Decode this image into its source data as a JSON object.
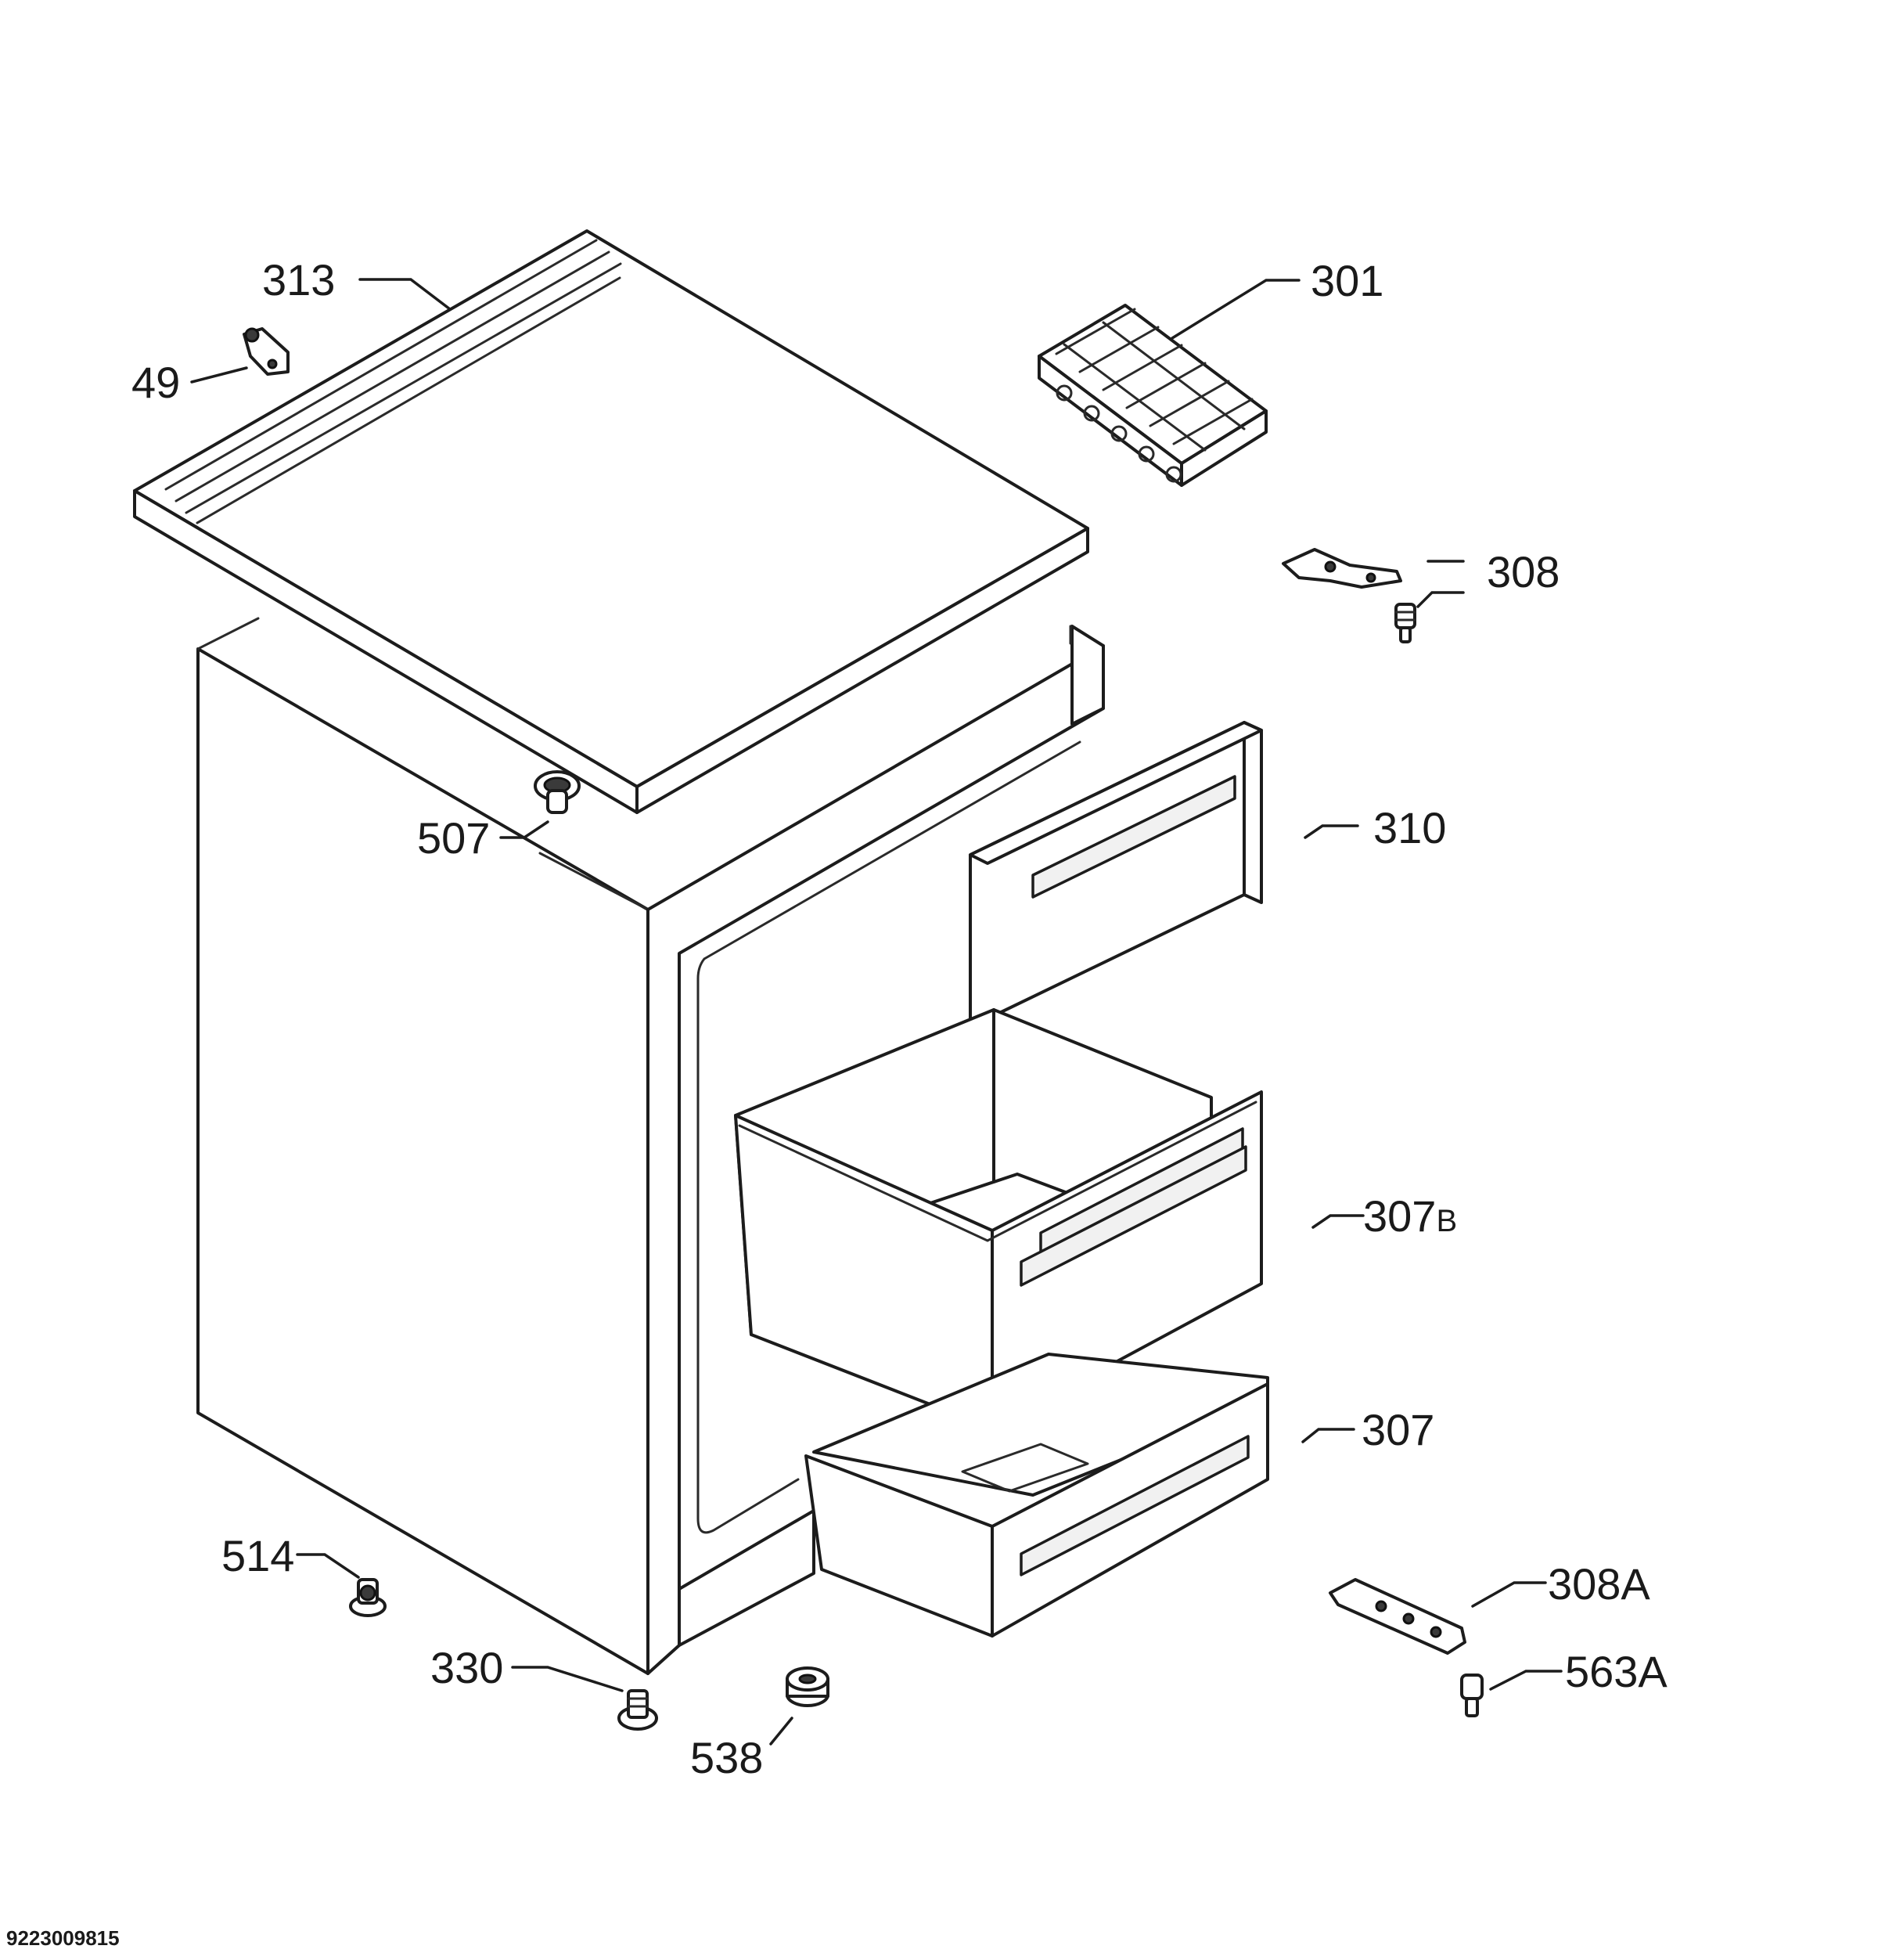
{
  "callouts": {
    "c313": "313",
    "c49": "49",
    "c301": "301",
    "c308": "308",
    "c310": "310",
    "c507": "507",
    "c307b": "307",
    "c307b_suffix": "B",
    "c307": "307",
    "c514": "514",
    "c308a": "308A",
    "c330": "330",
    "c563a": "563A",
    "c538": "538"
  },
  "document_number": "9223009815"
}
